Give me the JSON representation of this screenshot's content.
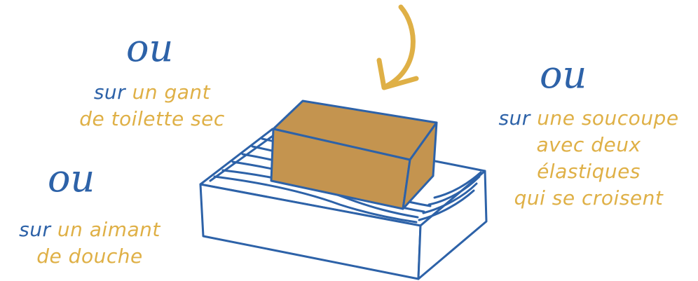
{
  "or_word": "ou",
  "options": [
    {
      "name": "washcloth",
      "sur": "sur",
      "line1_rest": "un gant",
      "line2": "de toilette sec"
    },
    {
      "name": "magnet",
      "sur": "sur",
      "line1_rest": "un aimant",
      "line2": "de douche"
    },
    {
      "name": "saucer",
      "sur": "sur",
      "line1_rest": "une soucoupe",
      "line2": "avec deux",
      "line3": "élastiques",
      "line4": "qui se croisent"
    }
  ],
  "colors": {
    "blue": "#2d62a8",
    "gold": "#dfb046",
    "soap": "#c4944f"
  }
}
